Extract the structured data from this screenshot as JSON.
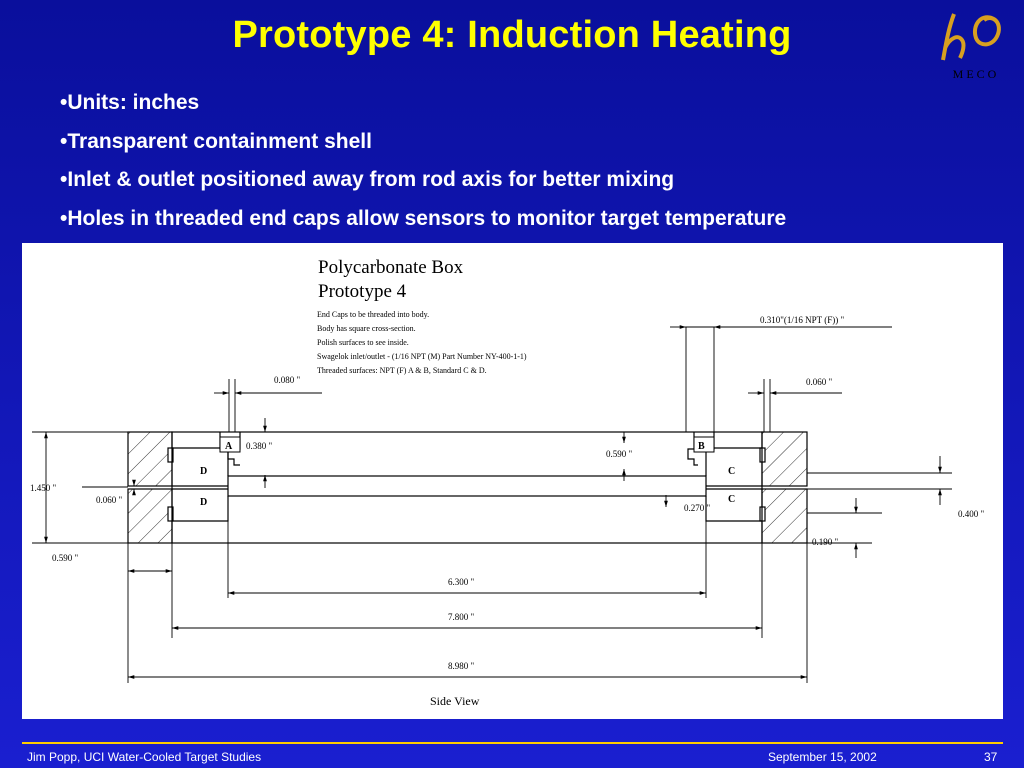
{
  "slide": {
    "title": "Prototype 4: Induction Heating",
    "bullets": [
      "Units: inches",
      "Transparent containment shell",
      "Inlet & outlet positioned away from rod axis for better mixing",
      "Holes in threaded end caps allow sensors to monitor target temperature"
    ],
    "logo_text": "MECO",
    "colors": {
      "background": "#1a1fd0",
      "title": "#ffff00",
      "text": "#ffffff",
      "footer_rule": "#ffcc00"
    }
  },
  "drawing": {
    "heading": "Polycarbonate Box",
    "subheading": "Prototype 4",
    "notes": [
      "End Caps to be threaded into body.",
      "Body has square cross-section.",
      "Polish surfaces to see inside.",
      "Swagelok inlet/outlet - (1/16 NPT (M) Part Number NY-400-1-1)",
      "Threaded surfaces: NPT (F) A & B, Standard C & D."
    ],
    "dimensions": {
      "inlet_thread": "0.310\"(1/16 NPT (F))   \"",
      "d_0080": "0.080 \"",
      "d_0060_right": "0.060 \"",
      "d_0380": "0.380 \"",
      "d_0590_mid": "0.590 \"",
      "d_1450": "1.450 \"",
      "d_0060_left": "0.060 \"",
      "d_0270": "0.270 \"",
      "d_0400": "0.400 \"",
      "d_0190": "0.190 \"",
      "d_0590_left": "0.590 \"",
      "d_6300": "6.300 \"",
      "d_7800": "7.800 \"",
      "d_8980": "8.980 \""
    },
    "part_labels": {
      "a": "A",
      "b": "B",
      "c": "C",
      "d": "D"
    },
    "view_label": "Side View"
  },
  "footer": {
    "author": "Jim Popp, UCI  Water-Cooled Target Studies",
    "date": "September 15, 2002",
    "page": "37"
  }
}
